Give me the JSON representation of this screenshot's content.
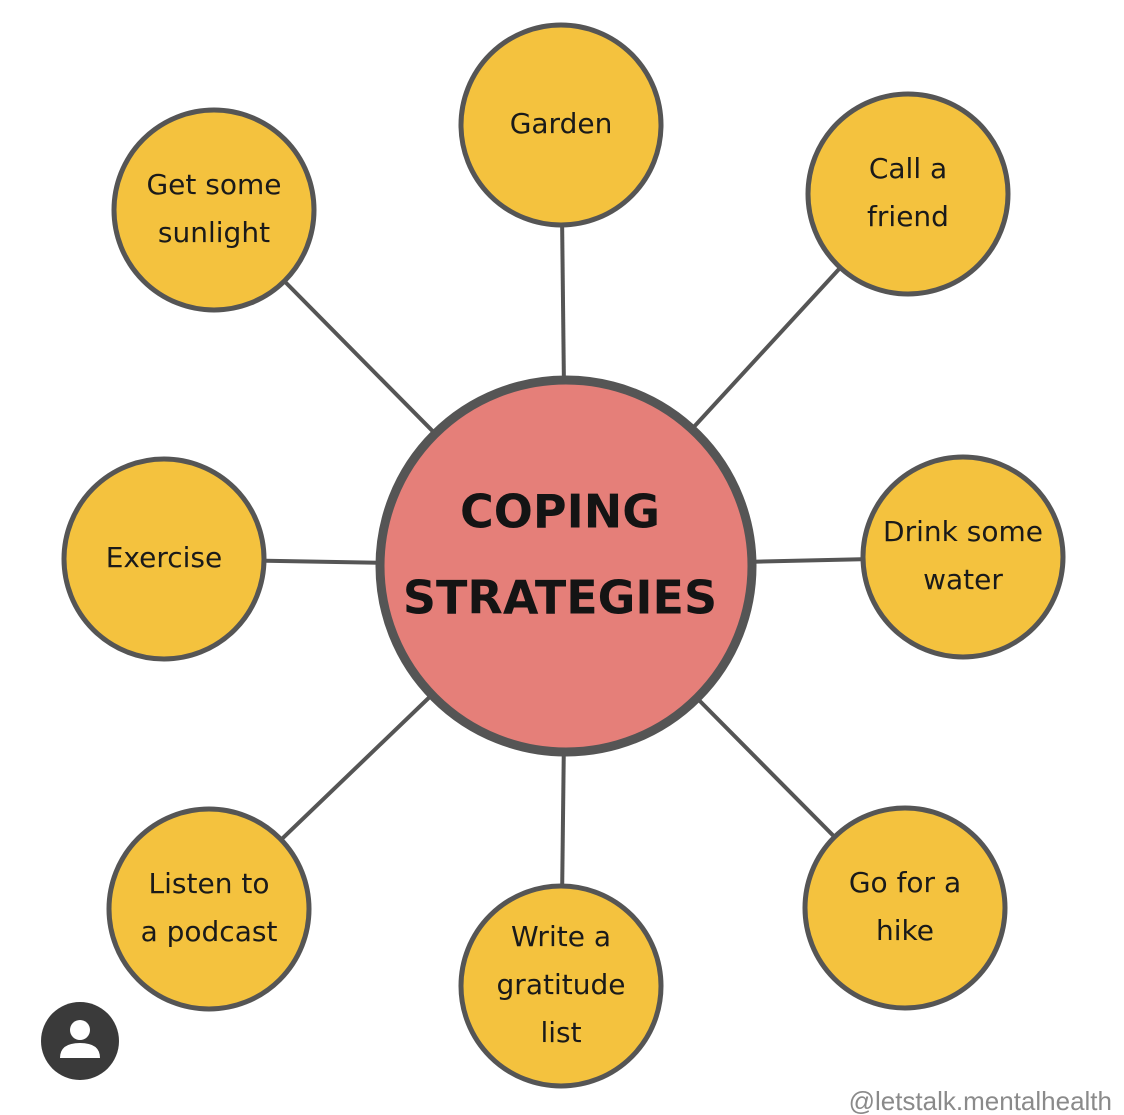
{
  "diagram": {
    "center": {
      "lines": [
        "COPING",
        "STRATEGIES"
      ],
      "fill": "#E57F79",
      "stroke": "#555555"
    },
    "node_style": {
      "fill": "#F4C23E",
      "stroke": "#555555",
      "connector": "#555555"
    },
    "nodes": [
      {
        "id": "garden",
        "lines": [
          "Garden"
        ]
      },
      {
        "id": "call-a-friend",
        "lines": [
          "Call a",
          "friend"
        ]
      },
      {
        "id": "drink-some-water",
        "lines": [
          "Drink some",
          "water"
        ]
      },
      {
        "id": "go-for-a-hike",
        "lines": [
          "Go for a",
          "hike"
        ]
      },
      {
        "id": "write-a-gratitude-list",
        "lines": [
          "Write a",
          "gratitude",
          "list"
        ]
      },
      {
        "id": "listen-to-a-podcast",
        "lines": [
          "Listen to",
          "a podcast"
        ]
      },
      {
        "id": "exercise",
        "lines": [
          "Exercise"
        ]
      },
      {
        "id": "get-some-sunlight",
        "lines": [
          "Get some",
          "sunlight"
        ]
      }
    ]
  },
  "credit": "@letstalk.mentalhealth",
  "avatar": {
    "icon": "user-icon",
    "color": "#3a3a3a"
  }
}
